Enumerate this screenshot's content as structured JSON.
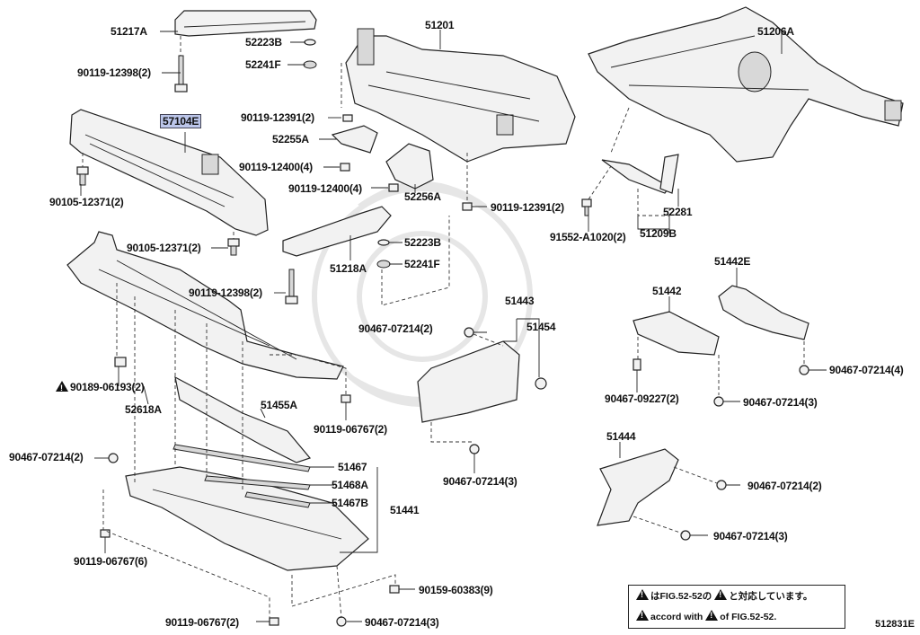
{
  "labels": {
    "p51217A": "51217A",
    "p52223B_top": "52223B",
    "p52241F_top": "52241F",
    "p90119_12398_top": "90119-12398(2)",
    "p57104E": "57104E",
    "p90105_12371_a": "90105-12371(2)",
    "p90105_12371_b": "90105-12371(2)",
    "p51201": "51201",
    "p90119_12391_a": "90119-12391(2)",
    "p52255A": "52255A",
    "p90119_12400_a": "90119-12400(4)",
    "p90119_12400_b": "90119-12400(4)",
    "p52256A": "52256A",
    "p90119_12391_b": "90119-12391(2)",
    "p52223B_mid": "52223B",
    "p52241F_mid": "52241F",
    "p51218A": "51218A",
    "p90119_12398_mid": "90119-12398(2)",
    "p51206A": "51206A",
    "p52281": "52281",
    "p91552": "91552-A1020(2)",
    "p51209B": "51209B",
    "p51442E": "51442E",
    "p51442": "51442",
    "p90467_07214_r1": "90467-07214(4)",
    "p90467_09227": "90467-09227(2)",
    "p90467_07214_r2": "90467-07214(3)",
    "p51443": "51443",
    "p90467_07214_c1": "90467-07214(2)",
    "p51454": "51454",
    "p90467_07214_c2": "90467-07214(3)",
    "p90189": "90189-06193(2)",
    "p52618A": "52618A",
    "p51455A": "51455A",
    "p90119_06767_a": "90119-06767(2)",
    "p90467_07214_l": "90467-07214(2)",
    "p51467": "51467",
    "p51468A": "51468A",
    "p51467B": "51467B",
    "p51441": "51441",
    "p90119_06767_b": "90119-06767(6)",
    "p90159": "90159-60383(9)",
    "p90119_06767_c": "90119-06767(2)",
    "p90467_07214_bot": "90467-07214(3)",
    "p51444": "51444",
    "p90467_07214_r3": "90467-07214(2)",
    "p90467_07214_r4": "90467-07214(3)"
  },
  "note": {
    "line1_suffix": "はFIG.52-52の",
    "line1_mid": "と対応しています。",
    "line2_prefix": "accord with",
    "line2_suffix": "of FIG.52-52."
  },
  "figure_code": "512831E",
  "highlight_part": "57104E"
}
